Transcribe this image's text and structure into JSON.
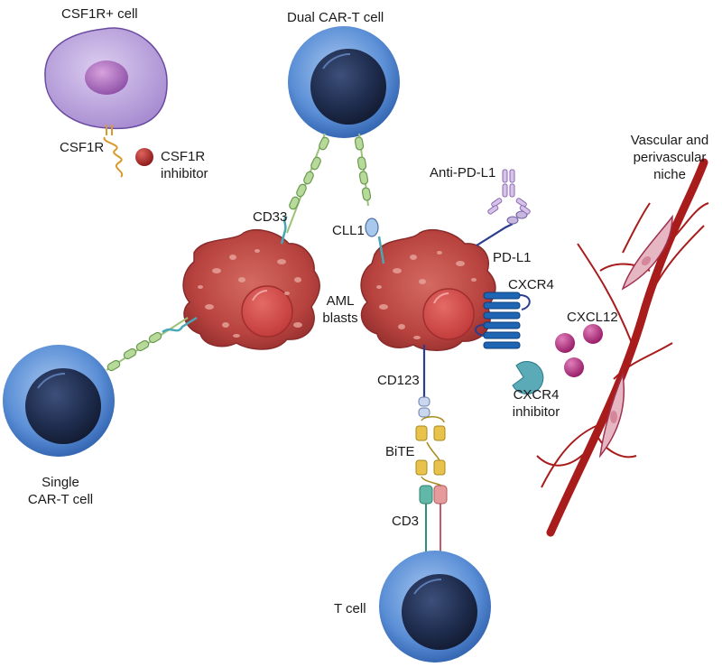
{
  "labels": {
    "csf1r_cell": "CSF1R+ cell",
    "dual_cart": "Dual CAR-T cell",
    "csf1r": "CSF1R",
    "csf1r_inhibitor_1": "CSF1R",
    "csf1r_inhibitor_2": "inhibitor",
    "vascular_1": "Vascular and",
    "vascular_2": "perivascular",
    "vascular_3": "niche",
    "anti_pdl1": "Anti-PD-L1",
    "cd33": "CD33",
    "cll1": "CLL1",
    "pdl1": "PD-L1",
    "cxcr4": "CXCR4",
    "aml_1": "AML",
    "aml_2": "blasts",
    "cxcl12": "CXCL12",
    "cd123": "CD123",
    "cxcr4_inhibitor_1": "CXCR4",
    "cxcr4_inhibitor_2": "inhibitor",
    "bite": "BiTE",
    "single_cart_1": "Single",
    "single_cart_2": "CAR-T cell",
    "cd3": "CD3",
    "t_cell": "T cell"
  },
  "colors": {
    "tcell_outer": "#5b8fd6",
    "tcell_nucleus": "#1f2d4f",
    "aml_blast": "#b8433f",
    "aml_nucleus": "#d24b4b",
    "csf1r_cell": "#b9a2dc",
    "csf1r_nucleus": "#9a5fb0",
    "vessel": "#a81c1c",
    "car_receptor": "#b7d99a",
    "antigen_teal": "#4aa7b5",
    "receptor_blue": "#1e66b4",
    "cxcl12": "#b0307e",
    "bite_yellow": "#e8c24a",
    "cd3_teal": "#62b8a8",
    "cd3_pink": "#e59b9b"
  }
}
